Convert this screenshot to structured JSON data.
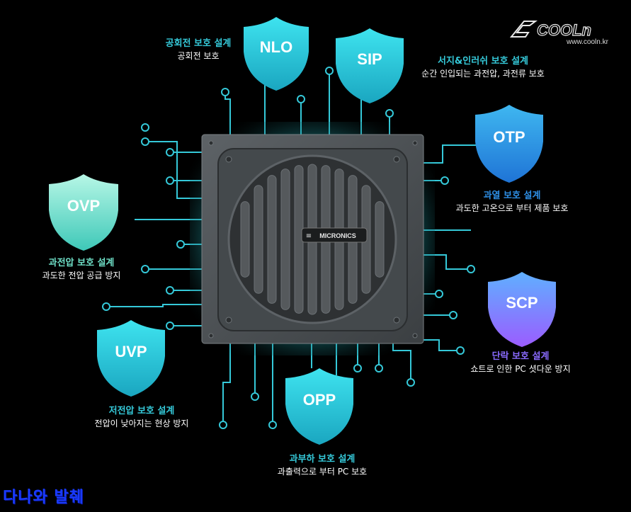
{
  "brand": {
    "logo_text": "COOLn",
    "url": "www.cooln.kr"
  },
  "fan_label": "MICRONICS",
  "watermark": "다나와 발췌",
  "colors": {
    "cyan": "#35c9d9",
    "blue_shield": "#2e8fe6",
    "scp_shield": "#8a6bff",
    "ovp_text": "#6fe0c8"
  },
  "protections": [
    {
      "code": "NLO",
      "title": "공회전 보호 설계",
      "desc": "공회전 보호"
    },
    {
      "code": "SIP",
      "title": "서지&인러쉬 보호 설계",
      "desc": "순간 인입되는 과전압, 과전류 보호"
    },
    {
      "code": "OTP",
      "title": "과열 보호 설계",
      "desc": "과도한 고온으로 부터 제품 보호"
    },
    {
      "code": "OVP",
      "title": "과전압 보호 설계",
      "desc": "과도한 전압 공급 방지"
    },
    {
      "code": "SCP",
      "title": "단락 보호 설계",
      "desc": "쇼트로 인한 PC 셧다운 방지"
    },
    {
      "code": "UVP",
      "title": "저전압 보호 설계",
      "desc": "전압이 낮아지는 현상 방지"
    },
    {
      "code": "OPP",
      "title": "과부하 보호 설계",
      "desc": "과출력으로 부터 PC 보호"
    }
  ]
}
